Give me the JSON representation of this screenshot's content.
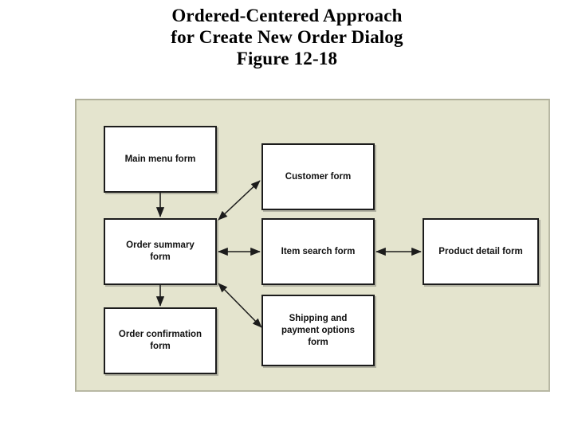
{
  "title": {
    "line1": "Ordered-Centered Approach",
    "line2": "for Create New Order Dialog",
    "line3": "Figure 12-18"
  },
  "colors": {
    "page_background": "#ffffff",
    "panel_background": "#e4e4ce",
    "panel_border": "#b0b09a",
    "node_fill": "#ffffff",
    "node_border": "#1c1c1c",
    "connector": "#1c1c1c",
    "text": "#000000"
  },
  "diagram": {
    "type": "flow-diagram",
    "nodes": [
      {
        "id": "main-menu",
        "label": "Main menu form"
      },
      {
        "id": "order-summary",
        "label": "Order summary\nform"
      },
      {
        "id": "order-confirm",
        "label": "Order confirmation\nform"
      },
      {
        "id": "customer",
        "label": "Customer form"
      },
      {
        "id": "item-search",
        "label": "Item search form"
      },
      {
        "id": "shipping",
        "label": "Shipping and\npayment options\nform"
      },
      {
        "id": "product-detail",
        "label": "Product detail form"
      }
    ],
    "edges": [
      {
        "from": "main-menu",
        "to": "order-summary",
        "direction": "one-way",
        "orientation": "vertical"
      },
      {
        "from": "order-summary",
        "to": "order-confirm",
        "direction": "one-way",
        "orientation": "vertical"
      },
      {
        "from": "order-summary",
        "to": "customer",
        "direction": "two-way",
        "orientation": "diagonal-up"
      },
      {
        "from": "order-summary",
        "to": "item-search",
        "direction": "two-way",
        "orientation": "horizontal"
      },
      {
        "from": "order-summary",
        "to": "shipping",
        "direction": "two-way",
        "orientation": "diagonal-down"
      },
      {
        "from": "item-search",
        "to": "product-detail",
        "direction": "two-way",
        "orientation": "horizontal"
      }
    ]
  }
}
